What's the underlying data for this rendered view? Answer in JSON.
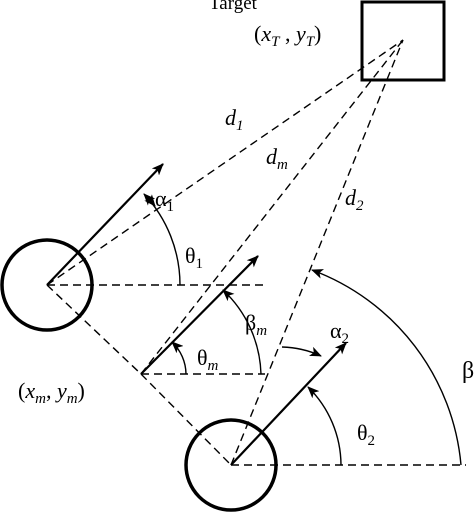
{
  "target": {
    "title": "Target",
    "coord_open": "(",
    "coord_x": "x",
    "coord_x_sub": "T",
    "coord_sep": " , ",
    "coord_y": "y",
    "coord_y_sub": "T",
    "coord_close": ")"
  },
  "distances": {
    "d1": {
      "main": "d",
      "sub": "1"
    },
    "dm": {
      "main": "d",
      "sub": "m"
    },
    "d2": {
      "main": "d",
      "sub": "2"
    }
  },
  "angles": {
    "alpha1": {
      "main": "α",
      "sub": "1"
    },
    "theta1": {
      "main": "θ",
      "sub": "1"
    },
    "beta_m": {
      "main": "β",
      "sub": "m"
    },
    "theta_m": {
      "main": "θ",
      "sub": "m"
    },
    "alpha2": {
      "main": "α",
      "sub": "2"
    },
    "theta2": {
      "main": "θ",
      "sub": "2"
    },
    "beta_right": "β"
  },
  "midpoint": {
    "coord_open": "(",
    "coord_x": "x",
    "coord_x_sub": "m",
    "coord_sep": ", ",
    "coord_y": "y",
    "coord_y_sub": "m",
    "coord_close": ")"
  },
  "colors": {
    "stroke": "#000000",
    "background": "#ffffff"
  }
}
